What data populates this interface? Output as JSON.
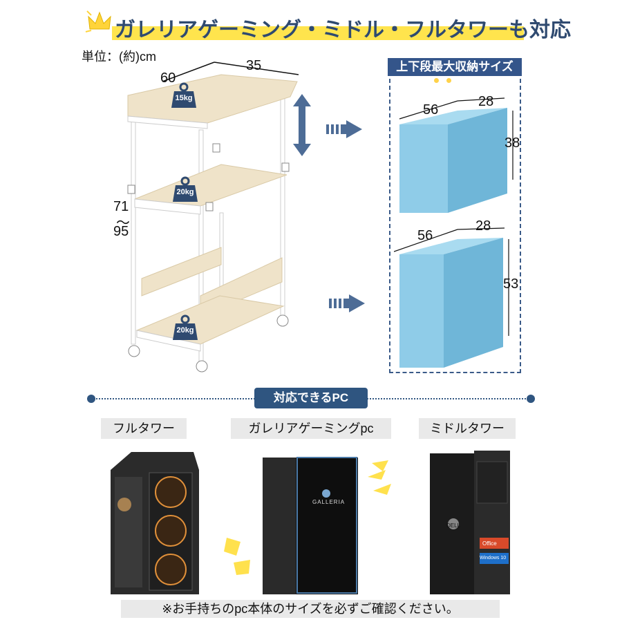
{
  "header": {
    "title": "ガレリアゲーミング・ミドル・フルタワーも対応",
    "accent": "#ffe44d",
    "title_color": "#2f4a70"
  },
  "unit_label": "単位：(約)cm",
  "dimensions": {
    "depth": "35",
    "width": "60",
    "height_min": "71",
    "height_tilde": "〜",
    "height_max": "95"
  },
  "loads": {
    "top": "15kg",
    "middle": "20kg",
    "bottom": "20kg"
  },
  "storage": {
    "label": "上下段最大収納サイズ",
    "upper": {
      "depth": "56",
      "width": "28",
      "height": "38"
    },
    "lower": {
      "depth": "56",
      "width": "28",
      "height": "53"
    }
  },
  "compatible": {
    "section_label": "対応できるPC",
    "pcs": [
      {
        "label": "フルタワー"
      },
      {
        "label": "ガレリアゲーミングpc",
        "brand": "GALLERIA"
      },
      {
        "label": "ミドルタワー",
        "brand": "DELL",
        "badges": [
          "Office",
          "Windows 10"
        ]
      }
    ]
  },
  "note": "※お手持ちのpc本体のサイズを必ずご確認ください。",
  "colors": {
    "navy": "#2f5580",
    "box": "#8fcce8",
    "wood": "#efe3c9"
  }
}
